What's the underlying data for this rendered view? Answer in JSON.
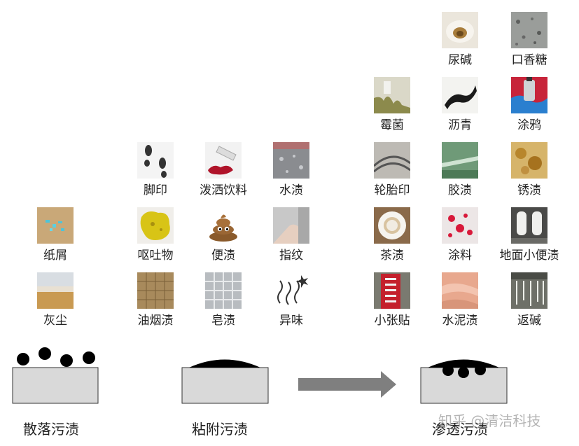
{
  "stains": {
    "urine_scale": "尿碱",
    "gum": "口香糖",
    "mold": "霉菌",
    "asphalt": "沥青",
    "graffiti": "涂鸦",
    "footprint": "脚印",
    "spilled_drink": "泼洒饮料",
    "water_stain": "水渍",
    "tire_mark": "轮胎印",
    "glue_stain": "胶渍",
    "rust_stain": "锈渍",
    "paper_scraps": "纸屑",
    "vomit": "呕吐物",
    "feces": "便渍",
    "fingerprint": "指纹",
    "tea_stain": "茶渍",
    "paint": "涂料",
    "floor_urinal": "地面小便渍",
    "dust": "灰尘",
    "grease": "油烟渍",
    "soap_scum": "皂渍",
    "odor": "异味",
    "small_ads": "小张贴",
    "cement_stain": "水泥渍",
    "efflorescence": "返碱"
  },
  "categories": {
    "scattered": "散落污渍",
    "adhered": "粘附污渍",
    "penetrating": "渗透污渍"
  },
  "watermark": "知乎 @清洁科技",
  "colors": {
    "block_fill": "#d9d9d9",
    "block_stroke": "#333333",
    "dirt": "#000000",
    "arrow": "#7f7f7f"
  }
}
